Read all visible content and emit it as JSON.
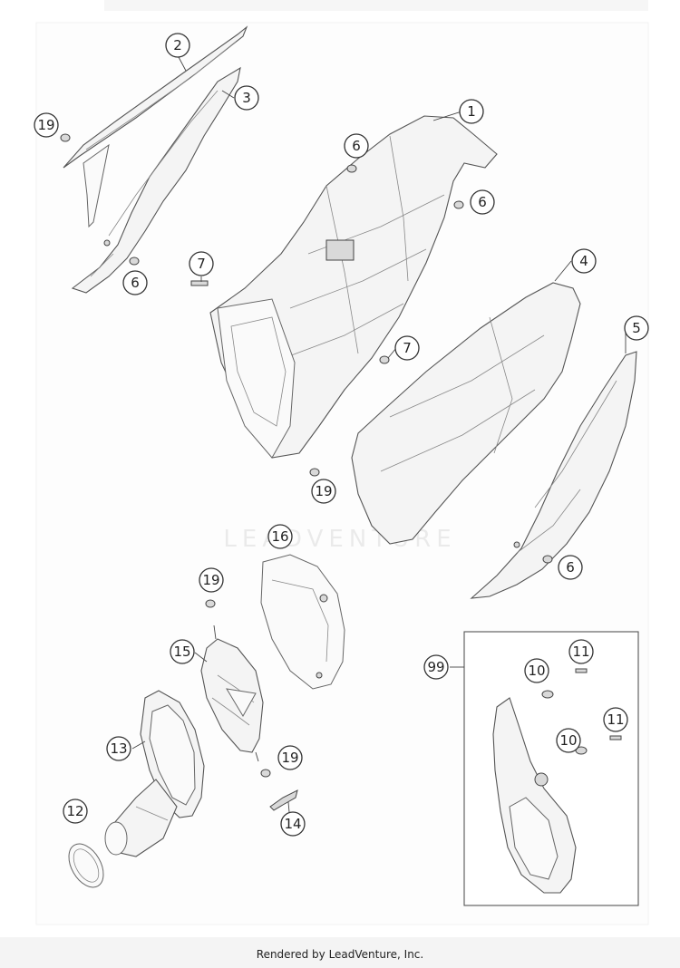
{
  "diagram": {
    "watermark": "LEADVENTURE",
    "kit_box_label": "99",
    "callouts": [
      {
        "id": "c1",
        "label": "1"
      },
      {
        "id": "c2",
        "label": "2"
      },
      {
        "id": "c3",
        "label": "3"
      },
      {
        "id": "c4",
        "label": "4"
      },
      {
        "id": "c5",
        "label": "5"
      },
      {
        "id": "c6a",
        "label": "6"
      },
      {
        "id": "c6b",
        "label": "6"
      },
      {
        "id": "c6c",
        "label": "6"
      },
      {
        "id": "c6d",
        "label": "6"
      },
      {
        "id": "c7a",
        "label": "7"
      },
      {
        "id": "c7b",
        "label": "7"
      },
      {
        "id": "c10a",
        "label": "10"
      },
      {
        "id": "c10b",
        "label": "10"
      },
      {
        "id": "c11a",
        "label": "11"
      },
      {
        "id": "c11b",
        "label": "11"
      },
      {
        "id": "c12",
        "label": "12"
      },
      {
        "id": "c13",
        "label": "13"
      },
      {
        "id": "c14",
        "label": "14"
      },
      {
        "id": "c15",
        "label": "15"
      },
      {
        "id": "c16",
        "label": "16"
      },
      {
        "id": "c19a",
        "label": "19"
      },
      {
        "id": "c19b",
        "label": "19"
      },
      {
        "id": "c19c",
        "label": "19"
      },
      {
        "id": "c19d",
        "label": "19"
      }
    ]
  },
  "footer": {
    "credit": "Rendered by LeadVenture, Inc."
  }
}
